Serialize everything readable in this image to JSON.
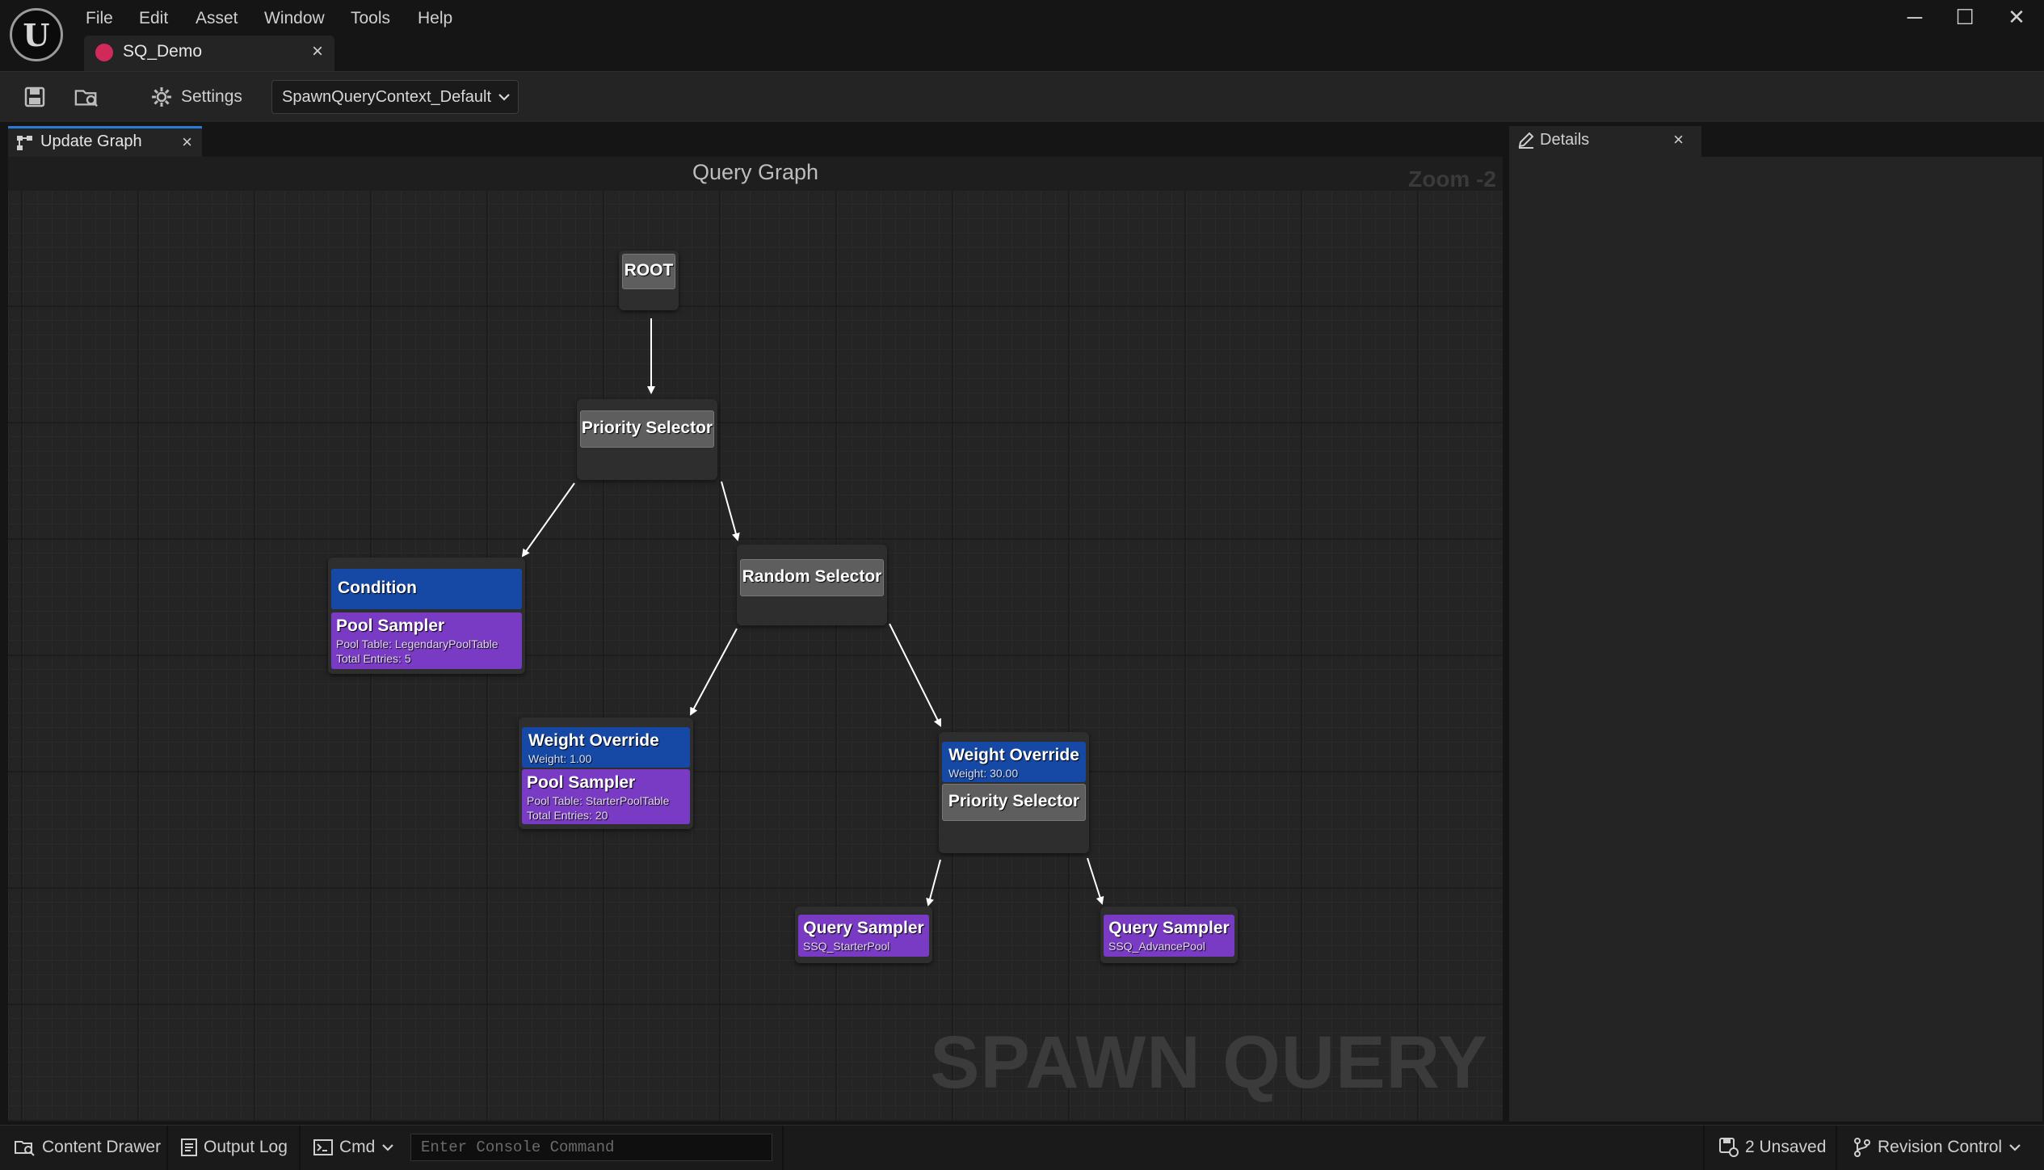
{
  "menu": [
    "File",
    "Edit",
    "Asset",
    "Window",
    "Tools",
    "Help"
  ],
  "asset_tab": {
    "label": "SQ_Demo",
    "close": "×"
  },
  "window_controls": {
    "minimize": "─",
    "maximize": "☐",
    "close": "✕"
  },
  "toolbar": {
    "settings_label": "Settings",
    "context_value": "SpawnQueryContext_Default"
  },
  "graph_tab": {
    "label": "Update Graph",
    "close": "×"
  },
  "graph": {
    "title": "Query Graph",
    "zoom": "Zoom -2",
    "watermark": "SPAWN QUERY"
  },
  "details_tab": {
    "label": "Details",
    "close": "×"
  },
  "nodes": {
    "root": {
      "title": "ROOT"
    },
    "priority1": {
      "title": "Priority Selector"
    },
    "condition": {
      "decorator": "Condition",
      "title": "Pool Sampler",
      "line1": "Pool Table: LegendaryPoolTable",
      "line2": "Total Entries: 5"
    },
    "random": {
      "title": "Random Selector"
    },
    "weight1": {
      "decorator": "Weight Override",
      "decorator_sub": "Weight: 1.00",
      "title": "Pool Sampler",
      "line1": "Pool Table: StarterPoolTable",
      "line2": "Total Entries: 20"
    },
    "weight2": {
      "decorator": "Weight Override",
      "decorator_sub": "Weight: 30.00",
      "title": "Priority Selector"
    },
    "query1": {
      "title": "Query Sampler",
      "sub": "SSQ_StarterPool"
    },
    "query2": {
      "title": "Query Sampler",
      "sub": "SSQ_AdvancePool"
    }
  },
  "statusbar": {
    "content_drawer": "Content Drawer",
    "output_log": "Output Log",
    "cmd": "Cmd",
    "console_placeholder": "Enter Console Command",
    "unsaved": "2 Unsaved",
    "revision_control": "Revision Control"
  },
  "colors": {
    "accent": "#2a7bd6",
    "decorator_blue": "#1549a5",
    "sampler_purple": "#7a3bc4",
    "asset_icon": "#d02a5a"
  }
}
